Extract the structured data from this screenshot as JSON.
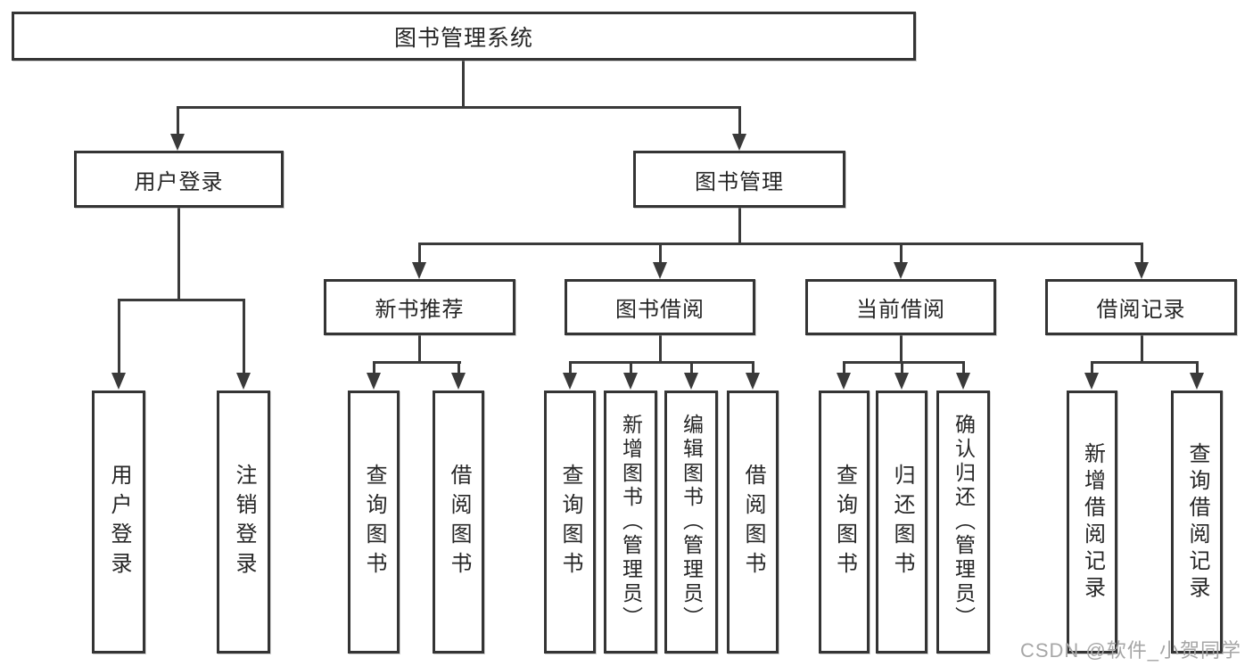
{
  "diagram": {
    "root": {
      "label": "图书管理系统"
    },
    "level2": [
      {
        "label": "用户登录"
      },
      {
        "label": "图书管理"
      }
    ],
    "level3": [
      {
        "label": "新书推荐"
      },
      {
        "label": "图书借阅"
      },
      {
        "label": "当前借阅"
      },
      {
        "label": "借阅记录"
      }
    ],
    "leaves": {
      "g1": [
        {
          "label": "用户登录"
        },
        {
          "label": "注销登录"
        }
      ],
      "g2": [
        {
          "label": "查询图书"
        },
        {
          "label": "借阅图书"
        }
      ],
      "g3": [
        {
          "label": "查询图书"
        },
        {
          "label": "新增图书（管理员）"
        },
        {
          "label": "编辑图书（管理员）"
        },
        {
          "label": "借阅图书"
        }
      ],
      "g4": [
        {
          "label": "查询图书"
        },
        {
          "label": "归还图书"
        },
        {
          "label": "确认归还（管理员）"
        }
      ],
      "g5": [
        {
          "label": "新增借阅记录"
        },
        {
          "label": "查询借阅记录"
        }
      ]
    },
    "watermark": {
      "text": "CSDN @软件_小贺同学"
    },
    "colors": {
      "line": "#3a3a3a",
      "text": "#262626",
      "border": "#343434",
      "watermark": "#a6a6a6",
      "background": "#ffffff"
    }
  }
}
